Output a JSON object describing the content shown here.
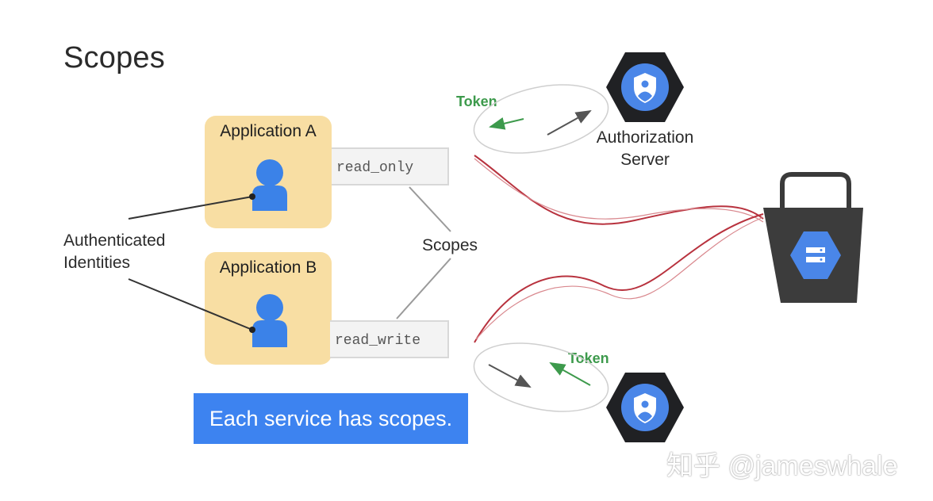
{
  "title": "Scopes",
  "applications": [
    {
      "label": "Application A",
      "scope": "read_only"
    },
    {
      "label": "Application B",
      "scope": "read_write"
    }
  ],
  "labels": {
    "authenticated_identities": [
      "Authenticated",
      "Identities"
    ],
    "scopes": "Scopes",
    "token_top": "Token",
    "token_bottom": "Token",
    "authorization_server": [
      "Authorization",
      "Server"
    ]
  },
  "banner": "Each service has scopes.",
  "watermark": "知乎 @jameswhale",
  "colors": {
    "card": "#f8dea3",
    "person": "#3b82e8",
    "hexagon": "#202124",
    "hexagon_inner": "#4a86e8",
    "red_line": "#b8323e",
    "token_green": "#3d9a4c",
    "banner": "#3d83f0"
  },
  "icons": {
    "person": "person-icon",
    "auth_server": "shield-user-icon",
    "resource": "storage-bag-icon"
  }
}
